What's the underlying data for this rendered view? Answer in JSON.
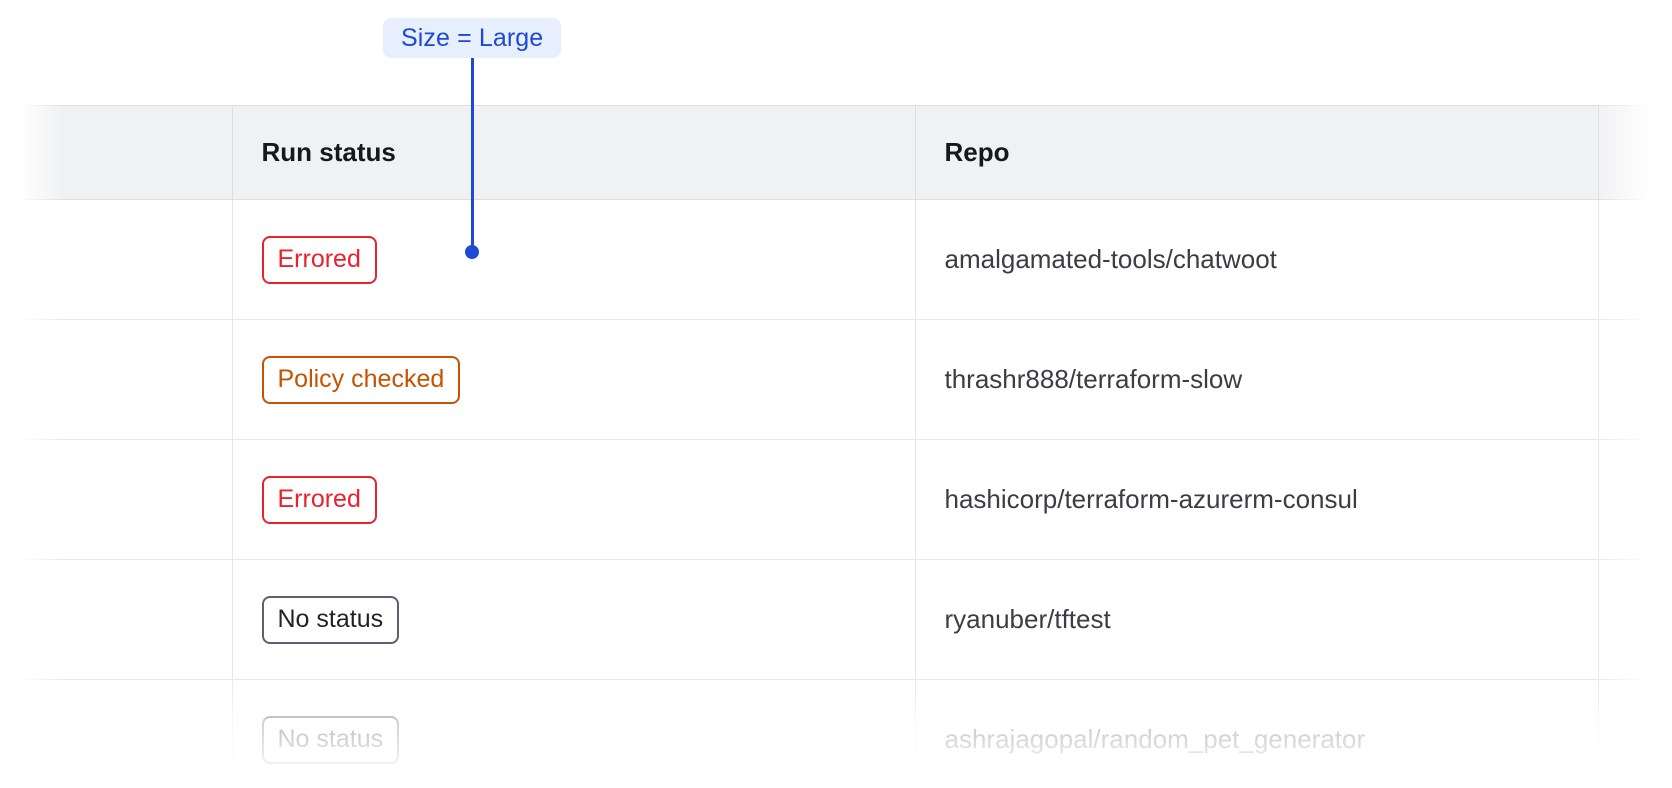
{
  "annotation": {
    "label": "Size = Large",
    "accent_color": "#1e49d4",
    "pill_background": "#e7eefc",
    "connector": "vertical-line-with-dot"
  },
  "table": {
    "columns": [
      {
        "key": "select",
        "header": ""
      },
      {
        "key": "run_status",
        "header": "Run status"
      },
      {
        "key": "repo",
        "header": "Repo"
      },
      {
        "key": "extra",
        "header": ""
      }
    ],
    "header_background": "#f0f1f3",
    "rows": [
      {
        "run_status": "Errored",
        "status_variant": "errored",
        "repo": "amalgamated-tools/chatwoot",
        "faded": false
      },
      {
        "run_status": "Policy checked",
        "status_variant": "policychecked",
        "repo": "thrashr888/terraform-slow",
        "faded": false
      },
      {
        "run_status": "Errored",
        "status_variant": "errored",
        "repo": "hashicorp/terraform-azurerm-consul",
        "faded": false
      },
      {
        "run_status": "No status",
        "status_variant": "nostatus",
        "repo": "ryanuber/tftest",
        "faded": false
      },
      {
        "run_status": "No status",
        "status_variant": "nostatus",
        "repo": "ashrajagopal/random_pet_generator",
        "faded": true
      }
    ],
    "status_colors": {
      "errored": "#e8232d",
      "policychecked": "#c55300",
      "nostatus": "#5b606e"
    }
  }
}
